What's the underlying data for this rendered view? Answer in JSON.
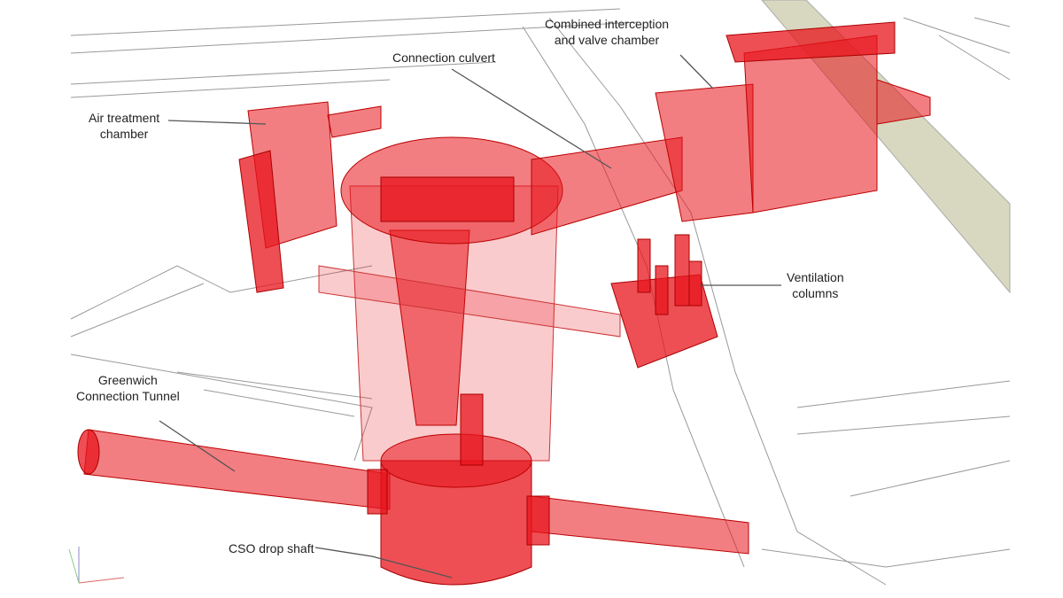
{
  "labels": {
    "combined": "Combined interception and valve chamber",
    "combined_line1": "Combined interception",
    "combined_line2": "and valve chamber",
    "culvert": "Connection culvert",
    "air_line1": "Air treatment",
    "air_line2": "chamber",
    "vent_line1": "Ventilation",
    "vent_line2": "columns",
    "tunnel_line1": "Greenwich",
    "tunnel_line2": "Connection Tunnel",
    "shaft": "CSO drop shaft"
  },
  "colors": {
    "structure": "#e8141c",
    "road": "#d8d8c0",
    "outline": "#999999"
  }
}
